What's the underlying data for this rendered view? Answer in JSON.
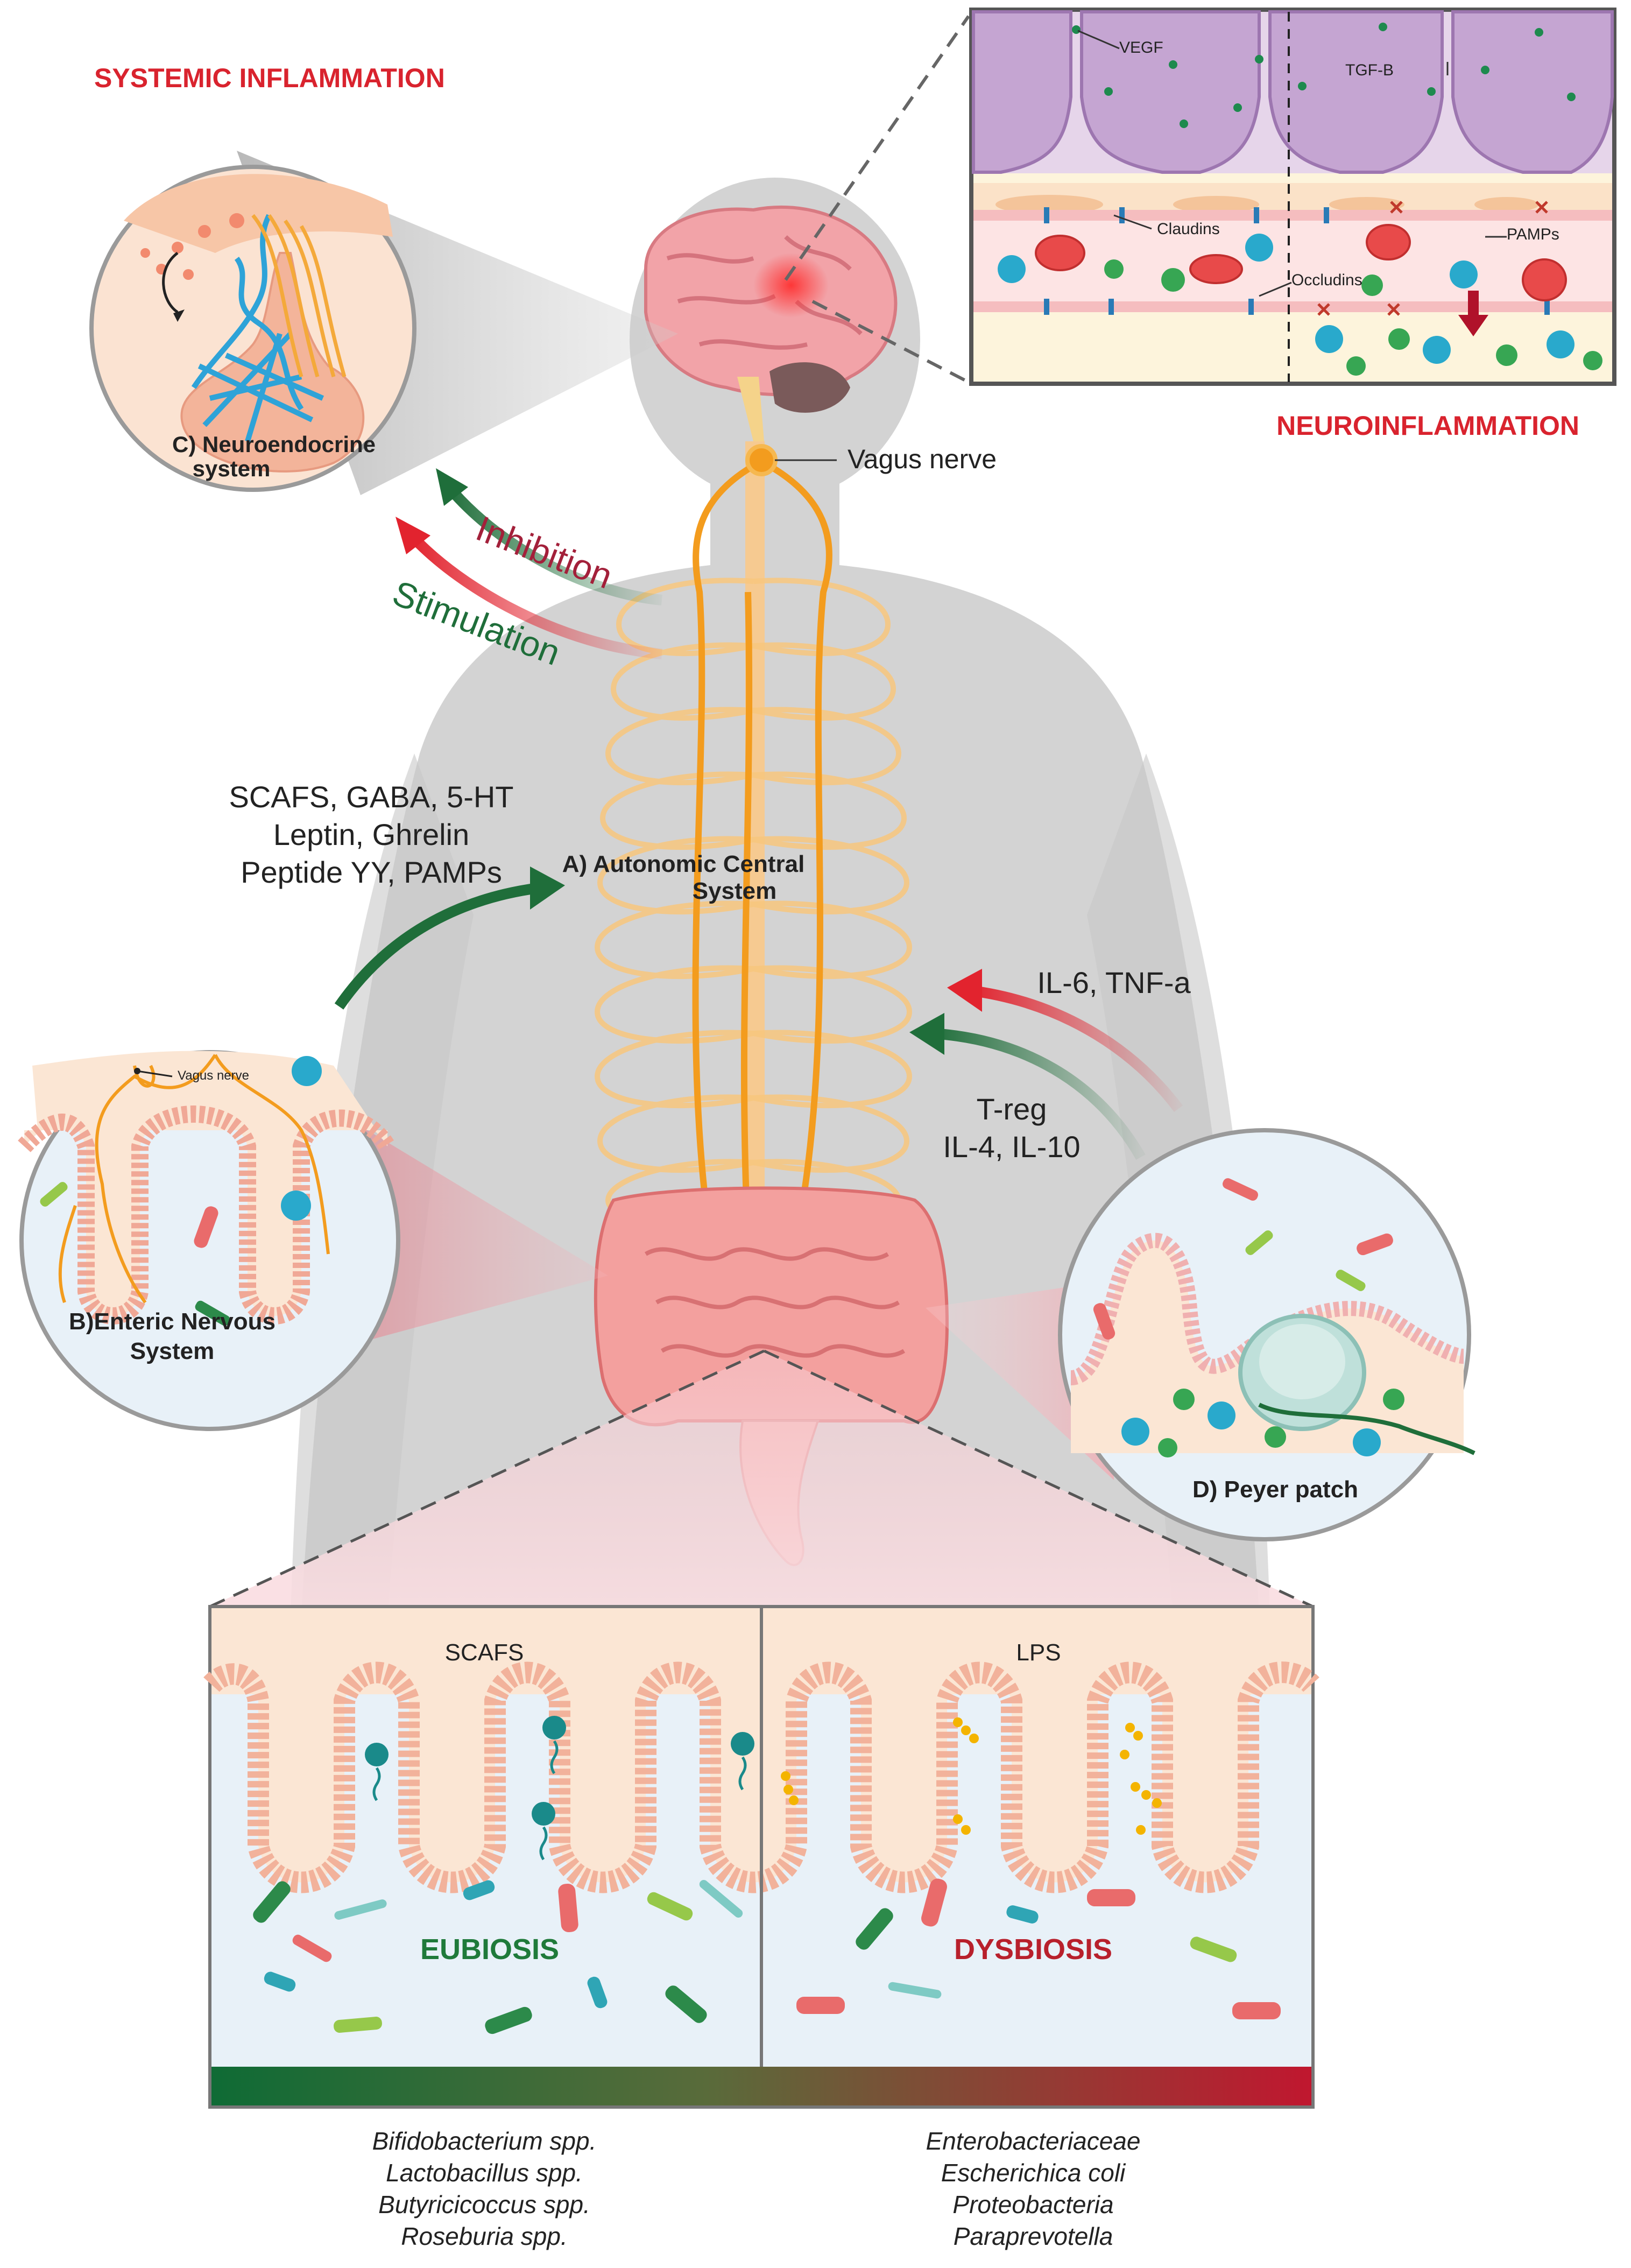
{
  "headings": {
    "systemic": "SYSTEMIC INFLAMMATION",
    "neuroinflammation": "NEUROINFLAMMATION"
  },
  "panels": {
    "neuroendocrine": [
      "C) Neuroendocrine",
      "system"
    ],
    "enteric": [
      "B)Enteric Nervous",
      "System"
    ],
    "enteric_vagus": "Vagus nerve",
    "peyer": "D)  Peyer patch",
    "autonomic": [
      "A) Autonomic Central",
      "System"
    ]
  },
  "labels": {
    "vagus_nerve": "Vagus nerve",
    "inhibition": "Inhibition",
    "stimulation": "Stimulation",
    "gut_signals": [
      "SCAFS, GABA, 5-HT",
      "Leptin, Ghrelin",
      "Peptide YY, PAMPs"
    ],
    "cytokines": "IL-6, TNF-a",
    "tregs": [
      "T-reg",
      "IL-4, IL-10"
    ]
  },
  "bbb": {
    "vegf": "VEGF",
    "tgfb": "TGF-B",
    "claudins": "Claudins",
    "occludins": "Occludins",
    "pamps": "PAMPs"
  },
  "gut_box": {
    "left_top": "SCAFS",
    "right_top": "LPS",
    "eubiosis": "EUBIOSIS",
    "dysbiosis": "DYSBIOSIS",
    "eubiosis_bacteria": [
      "Bifidobacterium spp.",
      "Lactobacillus spp.",
      "Butyricicoccus spp.",
      "Roseburia spp."
    ],
    "dysbiosis_bacteria": [
      "Enterobacteriaceae",
      "Escherichica coli",
      "Proteobacteria",
      "Paraprevotella"
    ]
  },
  "colors": {
    "alert_red": "#d9232e",
    "green_arrow": "#1f6e3a",
    "nerve_orange": "#f39c1e",
    "body_gray": "#d3d3d3",
    "eubiosis_green": "#1f7a3a",
    "dysbiosis_red": "#b8202c"
  }
}
